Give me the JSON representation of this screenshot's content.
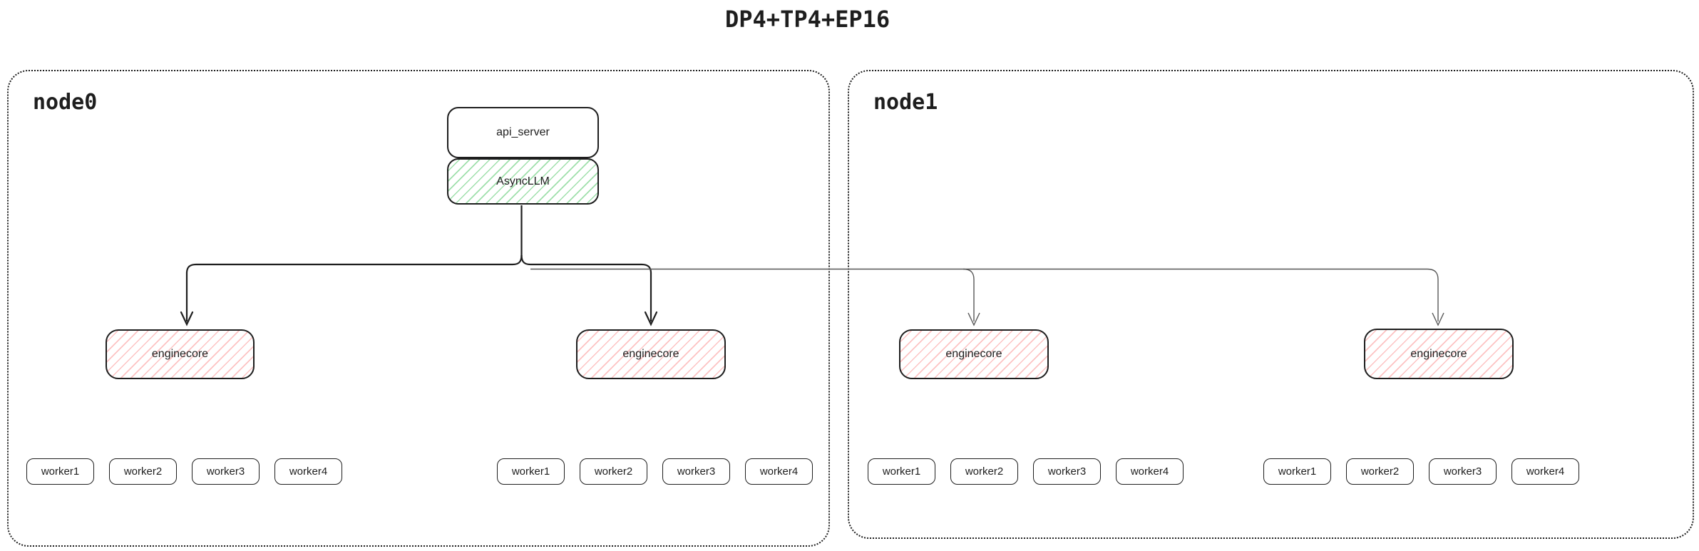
{
  "title": "DP4+TP4+EP16",
  "colors": {
    "border": "#1e1e1e",
    "green_hatch": "#40c057",
    "red_hatch": "#fa5252",
    "thick_line": "#1e1e1e",
    "thin_line": "#575757"
  },
  "nodes": [
    {
      "label": "node0",
      "stack": {
        "api_server": "api_server",
        "async_llm": "AsyncLLM"
      },
      "enginecores": [
        "enginecore",
        "enginecore"
      ],
      "worker_groups": [
        [
          "worker1",
          "worker2",
          "worker3",
          "worker4"
        ],
        [
          "worker1",
          "worker2",
          "worker3",
          "worker4"
        ]
      ]
    },
    {
      "label": "node1",
      "enginecores": [
        "enginecore",
        "enginecore"
      ],
      "worker_groups": [
        [
          "worker1",
          "worker2",
          "worker3",
          "worker4"
        ],
        [
          "worker1",
          "worker2",
          "worker3",
          "worker4"
        ]
      ]
    }
  ]
}
